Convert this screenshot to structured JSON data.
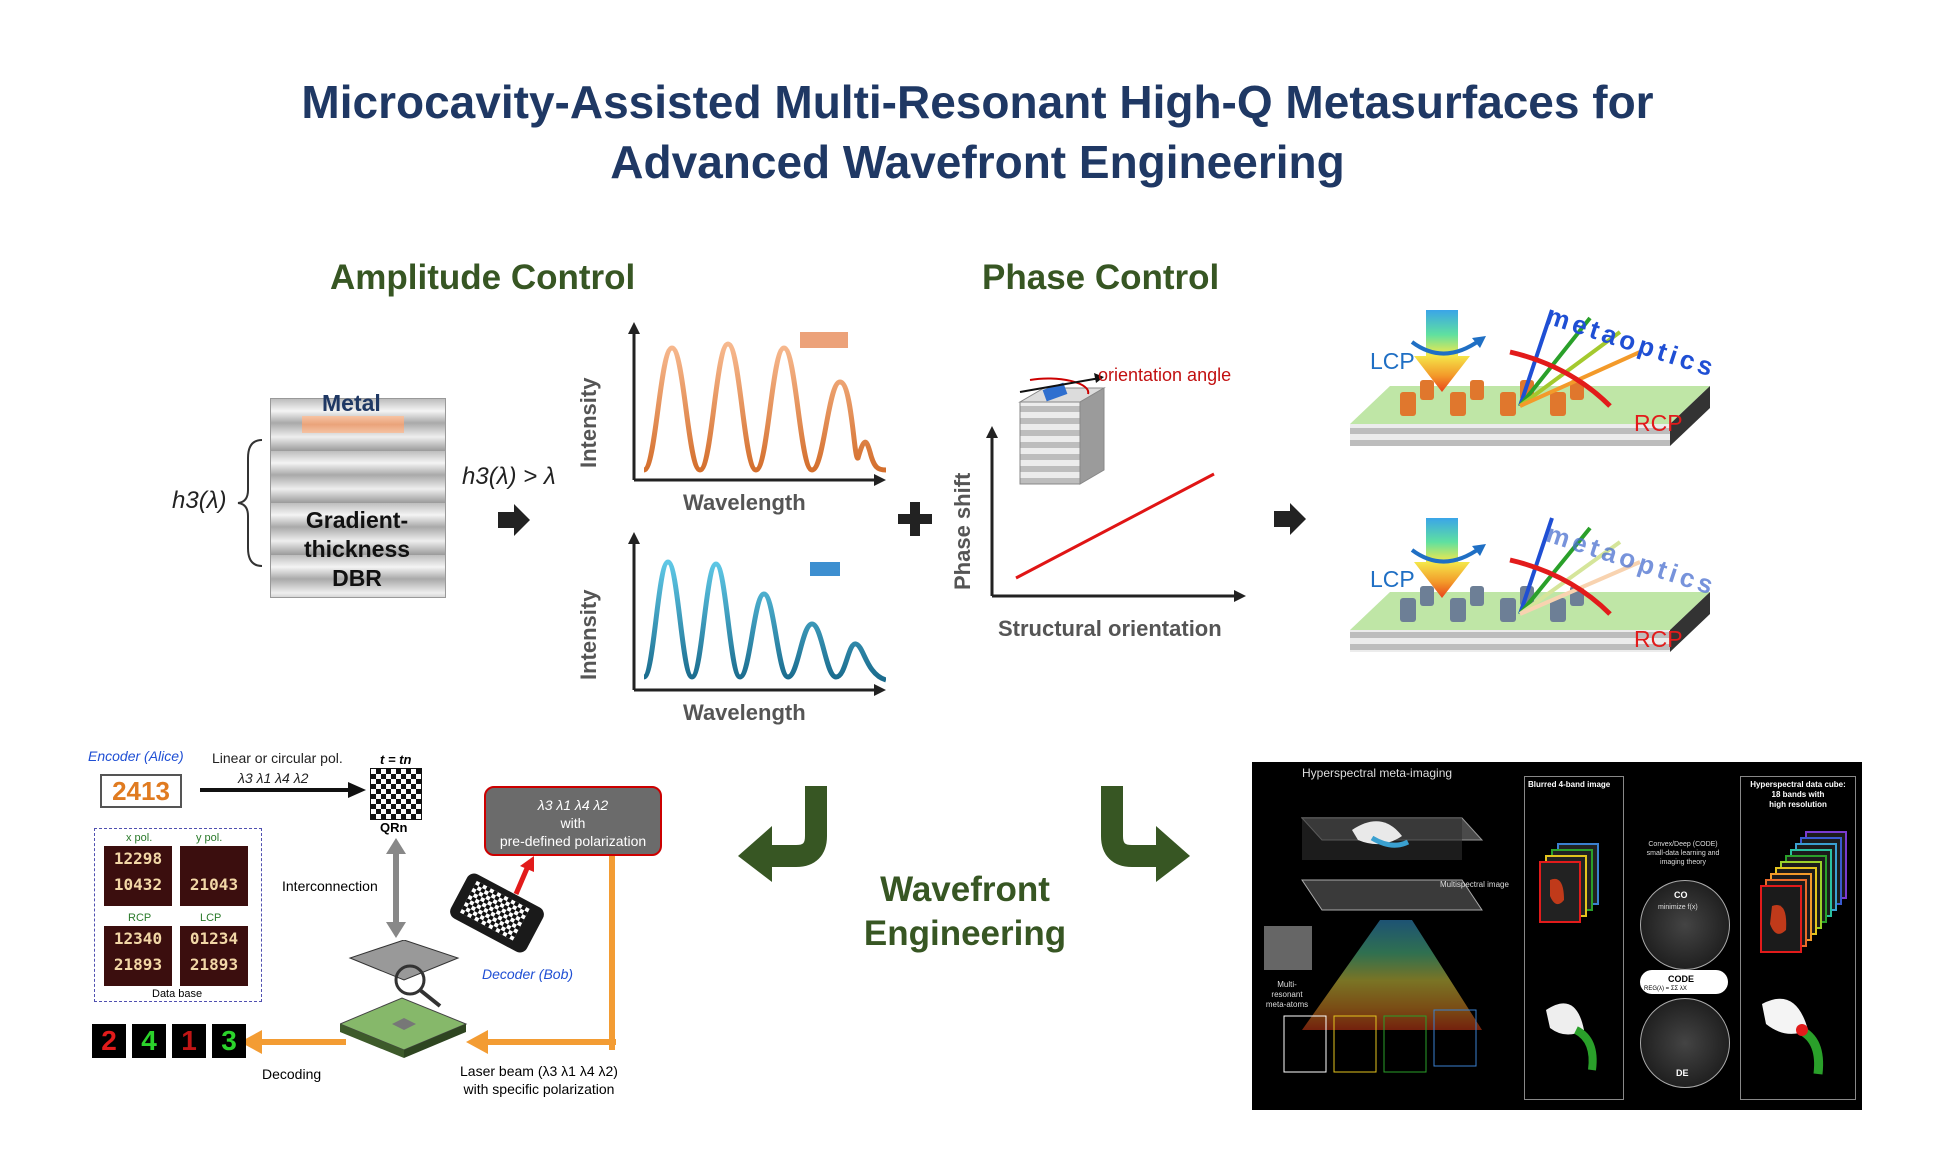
{
  "title_line1": "Microcavity-Assisted Multi-Resonant High-Q Metasurfaces for",
  "title_line2": "Advanced Wavefront Engineering",
  "amplitude": {
    "heading": "Amplitude Control",
    "metal": "Metal",
    "dbr_line1": "Gradient-",
    "dbr_line2": "thickness",
    "dbr_line3": "DBR",
    "h3": "h3(λ)",
    "condition": "h3(λ) > λ",
    "plot_xlabel": "Wavelength",
    "plot_ylabel": "Intensity"
  },
  "phase": {
    "heading": "Phase Control",
    "orientation": "orientation angle",
    "xlabel": "Structural orientation",
    "ylabel": "Phase shift"
  },
  "metaoptics": {
    "word": "metaoptics",
    "lcp": "LCP",
    "rcp": "RCP"
  },
  "wavefront": {
    "line1": "Wavefront",
    "line2": "Engineering"
  },
  "encryption": {
    "encoder": "Encoder (Alice)",
    "code": "2413",
    "pol_text": "Linear or circular pol.",
    "lambda_seq": "λ3  λ1  λ4  λ2",
    "t_label": "t = tn",
    "qr_label": "QRn",
    "box_line1": "λ3  λ1  λ4  λ2",
    "box_line2": "with",
    "box_line3": "pre-defined polarization",
    "interconnection": "Interconnection",
    "decoder": "Decoder (Bob)",
    "xpol": "x pol.",
    "ypol": "y pol.",
    "rcp": "RCP",
    "lcp": "LCP",
    "database": "Data base",
    "db_xpol_1": "12298",
    "db_xpol_2": "10432",
    "db_ypol_2": "21043",
    "db_rcp_1": "12340",
    "db_rcp_2": "21893",
    "db_lcp_1": "01234",
    "db_lcp_2": "21893",
    "decoded": [
      "2",
      "4",
      "1",
      "3"
    ],
    "decoding": "Decoding",
    "laser_line1": "Laser beam (λ3  λ1  λ4  λ2)",
    "laser_line2": "with specific polarization"
  },
  "hyperspectral": {
    "title": "Hyperspectral meta-imaging",
    "blurred": "Blurred 4-band image",
    "cube_line1": "Hyperspectral data cube:",
    "cube_line2": "18 bands with",
    "cube_line3": "high resolution",
    "multispectral": "Multispectral image",
    "code_line1": "Convex/Deep (CODE)",
    "code_line2": "small-data learning and",
    "code_line3": "imaging theory",
    "co": "CO",
    "minimize": "minimize f(x)",
    "code": "CODE",
    "reg": "REG(λ) = ΣΣ λX",
    "de": "DE",
    "meta_line1": "Multi-resonant",
    "meta_line2": "meta-atoms"
  },
  "colors": {
    "title": "#1f3864",
    "section": "#375623",
    "orange": "#f39c33",
    "red": "#e21b1b",
    "lcp_blue": "#1f6fc4",
    "copper": "#e0874b",
    "teal": "#1d8fb0"
  }
}
